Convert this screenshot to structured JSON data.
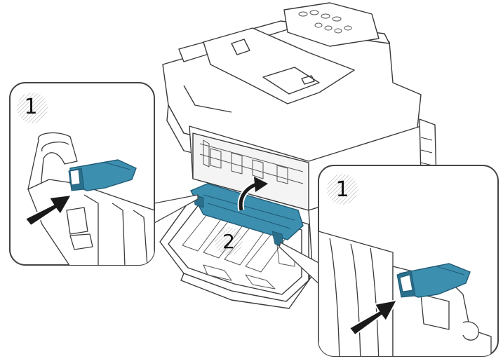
{
  "figure": {
    "left_callout_step": "1",
    "right_callout_step": "1",
    "main_step": "2"
  },
  "colors": {
    "outline": "#3a3a3a",
    "part_highlight": "#3d8fb0",
    "part_highlight_dark": "#2a6f8c",
    "arrow": "#1a1a1a",
    "callout_fill": "#ffffff",
    "callout_border": "#444444",
    "printer_fill": "#ffffff",
    "hatch": "#b0b0b0"
  }
}
